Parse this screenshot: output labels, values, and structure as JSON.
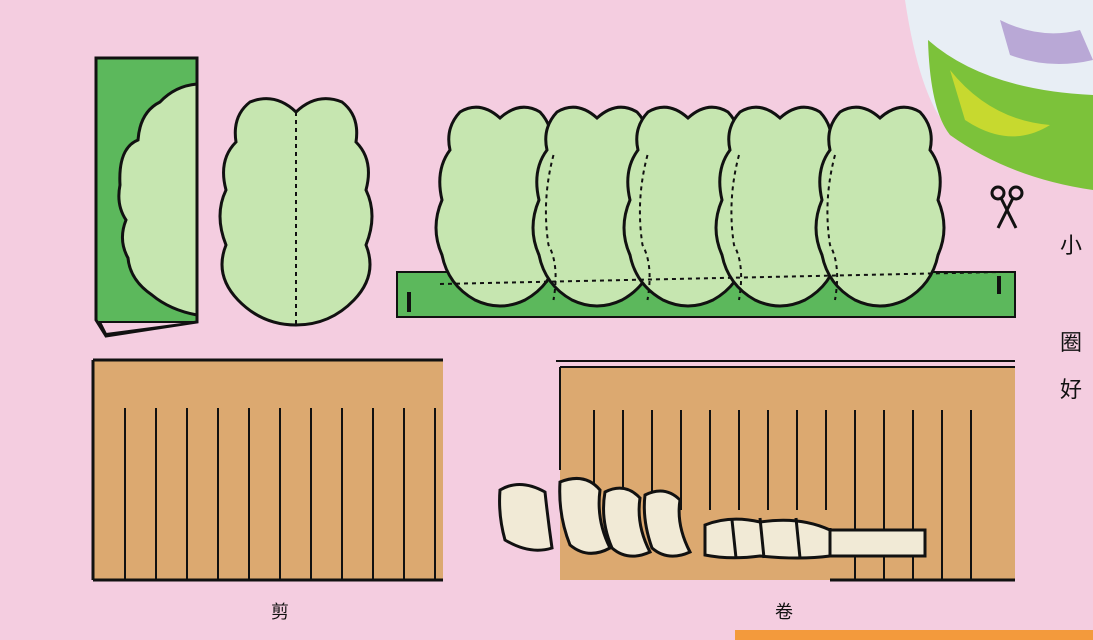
{
  "labels": {
    "cut": "剪",
    "roll": "卷"
  },
  "side_text": {
    "line1": "小",
    "line2": "圈",
    "line3": "好"
  },
  "icons": {
    "scissors": "scissors-icon"
  },
  "colors": {
    "background": "#f4cde0",
    "leaf_fill": "#c6e6b0",
    "green_strip": "#5cb85c",
    "tan_paper": "#dca970",
    "roll_paper": "#f1ead6",
    "outline": "#111111"
  }
}
